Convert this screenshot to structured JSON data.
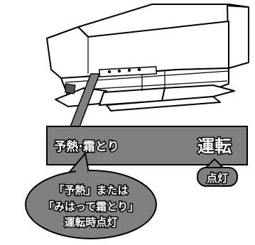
{
  "panel": {
    "left_label": "予熱·霜とり",
    "right_label": "運転"
  },
  "callouts": {
    "lamp_on": "点灯",
    "note_line1": "「予熱」または",
    "note_line2": "「みはって霜とり」",
    "note_line3": "運転時点灯"
  },
  "colors": {
    "panel_fill": "#808080",
    "callout_fill": "#808080",
    "label_text": "#ffffff",
    "outline": "#000000"
  }
}
